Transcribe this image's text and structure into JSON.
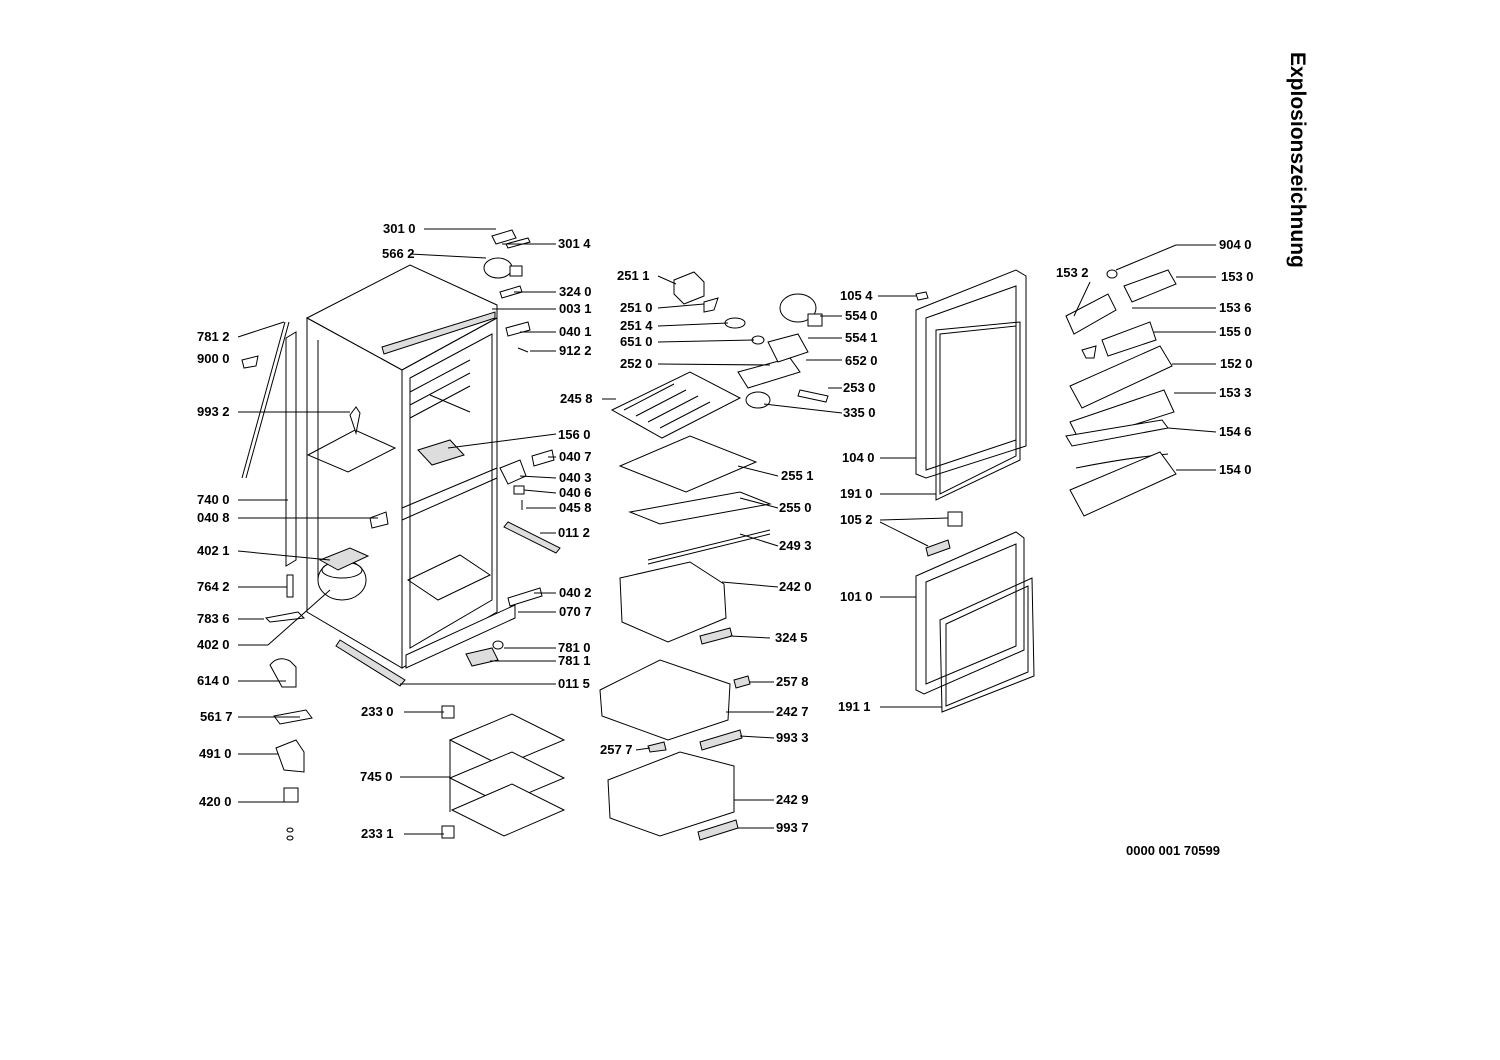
{
  "title": "Explosionszeichnung",
  "document_number": "0000 001 70599",
  "colors": {
    "ink": "#000000",
    "background": "#ffffff"
  },
  "labels": [
    "301 0",
    "301 4",
    "566 2",
    "324 0",
    "003 1",
    "040 1",
    "912 2",
    "781 2",
    "900 0",
    "993 2",
    "156 0",
    "040 7",
    "040 3",
    "040 6",
    "045 8",
    "740 0",
    "040 8",
    "011 2",
    "402 1",
    "764 2",
    "040 2",
    "070 7",
    "783 6",
    "402 0",
    "781 0",
    "781 1",
    "614 0",
    "011 5",
    "561 7",
    "233 0",
    "491 0",
    "745 0",
    "420 0",
    "233 1",
    "251 1",
    "251 0",
    "251 4",
    "651 0",
    "252 0",
    "245 8",
    "255 1",
    "255 0",
    "249 3",
    "242 0",
    "324 5",
    "257 8",
    "242 7",
    "993 3",
    "257 7",
    "242 9",
    "993 7",
    "105 4",
    "554 0",
    "554 1",
    "652 0",
    "253 0",
    "335 0",
    "104 0",
    "191 0",
    "105 2",
    "101 0",
    "191 1",
    "904 0",
    "153 2",
    "153 0",
    "153 6",
    "155 0",
    "152 0",
    "153 3",
    "154 6",
    "154 0"
  ]
}
